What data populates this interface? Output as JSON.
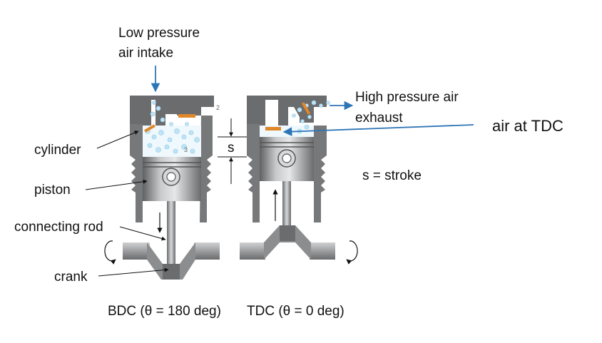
{
  "labels": {
    "intake_line1": "Low pressure",
    "intake_line2": "air intake",
    "exhaust_line1": "High pressure air",
    "exhaust_line2": "exhaust",
    "air_tdc": "air at TDC",
    "cylinder": "cylinder",
    "piston": "piston",
    "connecting_rod": "connecting rod",
    "crank": "crank",
    "stroke_symbol": "s",
    "stroke_def": "s = stroke",
    "bdc_caption": "BDC (θ = 180 deg)",
    "tdc_caption": "TDC (θ = 0 deg)",
    "valve_num_2": "2",
    "valve_num_3": "3"
  },
  "colors": {
    "metal_dark": "#5f6062",
    "metal_mid": "#8c8d8f",
    "metal_light": "#cfd0d2",
    "valve": "#e0872a",
    "bubble": "#bfe3f5",
    "arrow_blue": "#2e75b6",
    "leader": "#111111"
  }
}
